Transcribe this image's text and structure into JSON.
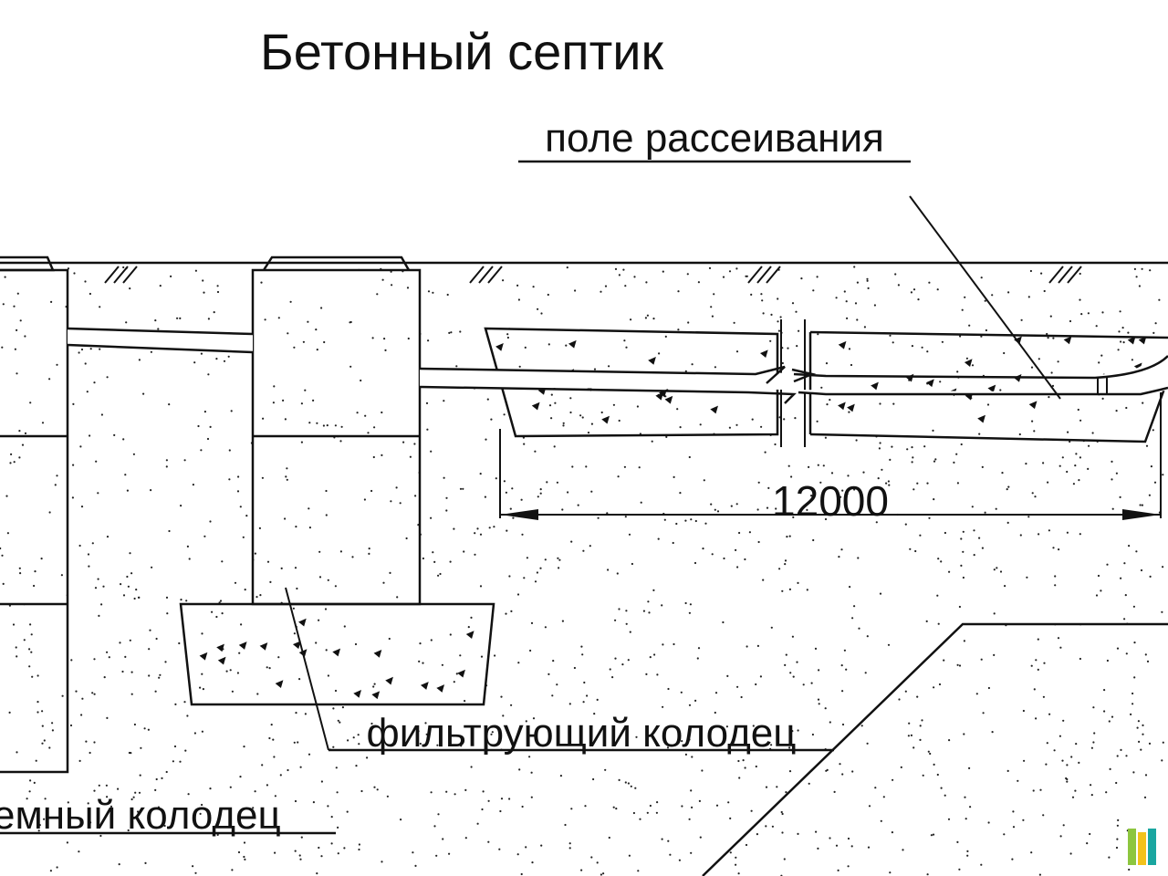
{
  "title": "Бетонный септик",
  "labels": {
    "dispersal_field": "поле рассеивания",
    "filter_well": "фильтрующий колодец",
    "receiving_well": "емный колодец"
  },
  "dimension": "12000",
  "colors": {
    "line": "#111111",
    "background": "#ffffff",
    "watermark_green": "#8dc63f",
    "watermark_yellow": "#f2c21b",
    "watermark_teal": "#1aa6a0"
  }
}
